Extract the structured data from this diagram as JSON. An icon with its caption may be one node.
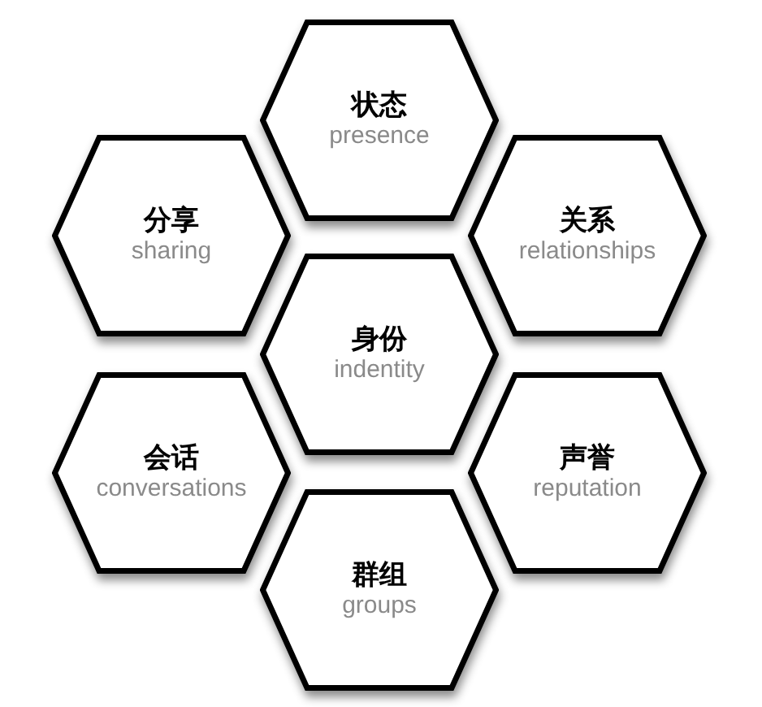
{
  "diagram": {
    "nodes": [
      {
        "text": [
          "状态",
          "presence"
        ]
      },
      {
        "text": [
          "分享",
          "sharing"
        ]
      },
      {
        "text": [
          "关系",
          "relationships"
        ]
      },
      {
        "text": [
          "身份",
          "indentity"
        ]
      },
      {
        "text": [
          "会话",
          "conversations"
        ]
      },
      {
        "text": [
          "声誉",
          "reputation"
        ]
      },
      {
        "text": [
          "群组",
          "groups"
        ]
      }
    ]
  }
}
